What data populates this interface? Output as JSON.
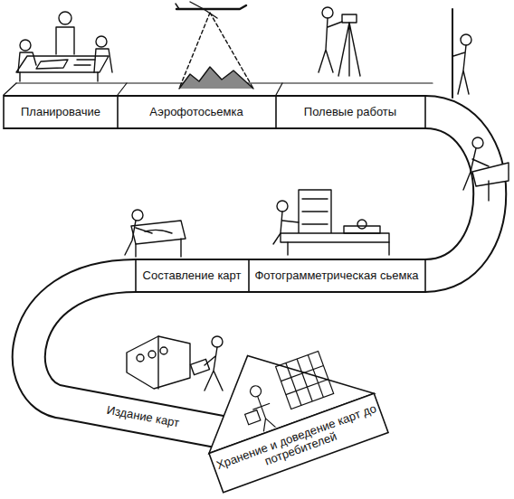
{
  "diagram": {
    "nodes": [
      {
        "text": [
          "Планировачие"
        ]
      },
      {
        "text": [
          "Аэрофотосьемка"
        ]
      },
      {
        "text": [
          "Полевые работы"
        ]
      },
      {
        "text": [
          "Фотограмметрическая сьемка"
        ]
      },
      {
        "text": [
          "Составление карт"
        ]
      },
      {
        "text": [
          "Издание карт"
        ]
      },
      {
        "text": [
          "Хранение и доведение карт до потребителей"
        ]
      }
    ]
  }
}
